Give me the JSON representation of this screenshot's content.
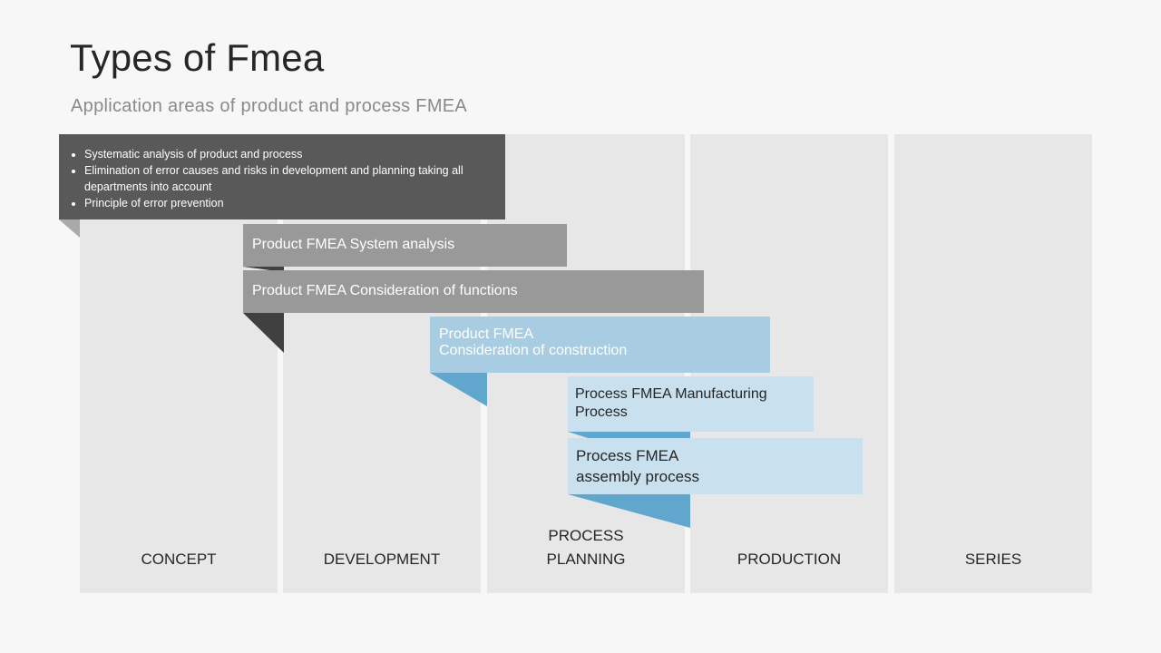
{
  "title": "Types of Fmea",
  "subtitle": "Application areas of product and process FMEA",
  "summary": {
    "bullets": [
      "Systematic analysis of product and process",
      "Elimination of error causes and risks in development and planning taking all departments into account",
      "Principle of error prevention"
    ]
  },
  "phases": [
    {
      "lines": [
        "Product FMEA System analysis"
      ]
    },
    {
      "lines": [
        "Product FMEA  Consideration of functions"
      ]
    },
    {
      "lines": [
        "Product FMEA",
        "Consideration of construction"
      ]
    },
    {
      "lines": [
        "Process FMEA Manufacturing",
        "Process"
      ]
    },
    {
      "lines": [
        "Process FMEA",
        "assembly process"
      ]
    }
  ],
  "columns": [
    {
      "line1": "",
      "line2": "CONCEPT"
    },
    {
      "line1": "",
      "line2": "DEVELOPMENT"
    },
    {
      "line1": "PROCESS",
      "line2": "PLANNING"
    },
    {
      "line1": "",
      "line2": "PRODUCTION"
    },
    {
      "line1": "",
      "line2": "SERIES"
    }
  ],
  "colors": {
    "dark": "#595959",
    "darker": "#404040",
    "grey_box": "#999999",
    "blue_box": "#a8cde2",
    "light_blue_box": "#c9e0ee",
    "blue_tri": "#61a6cc",
    "column": "#e7e7e7"
  }
}
